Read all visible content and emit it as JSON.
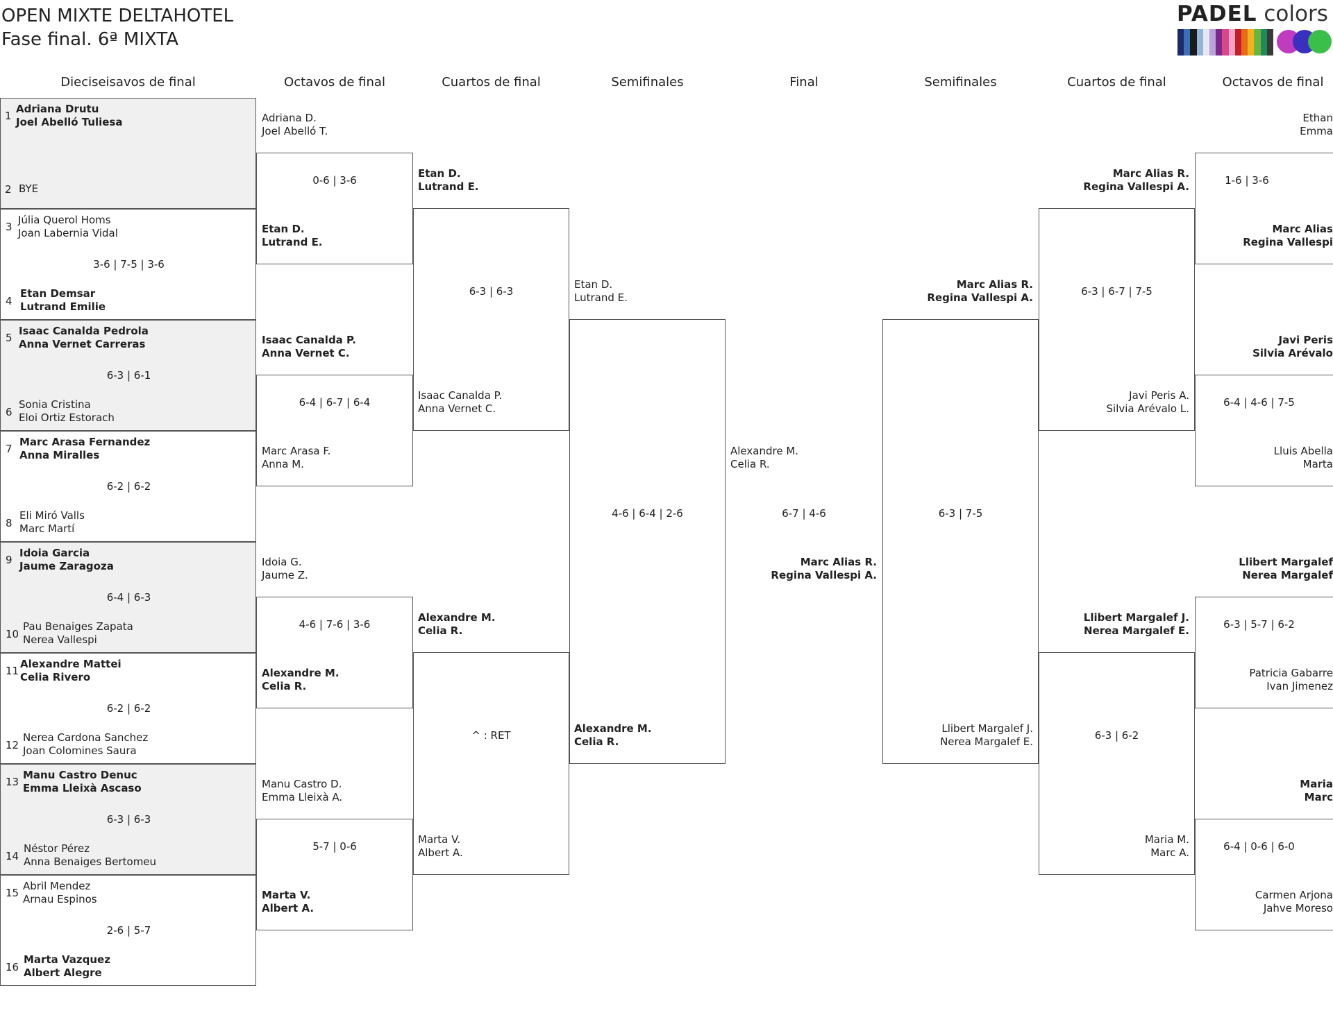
{
  "title": {
    "line1": "OPEN MIXTE DELTAHOTEL",
    "line2": "Fase final. 6ª MIXTA"
  },
  "logo": {
    "word1": "PADEL",
    "word2": "colors",
    "stripe_colors": [
      "#1b2a6b",
      "#3d6fb6",
      "#1a1a1a",
      "#8fb6d9",
      "#e7e7f0",
      "#b9a3d8",
      "#7b2a8b",
      "#d9488b",
      "#f2a3c7",
      "#c21f2a",
      "#e86a1a",
      "#f0b51a",
      "#6db33f",
      "#1d8c5a",
      "#3a3a3a"
    ],
    "ball_colors": [
      "#c03bbf",
      "#3b2fbf",
      "#3bbf4b"
    ]
  },
  "headers": [
    "Dieciseisavos de final",
    "Octavos de final",
    "Cuartos de final",
    "Semifinales",
    "Final",
    "Semifinales",
    "Cuartos de final",
    "Octavos de final"
  ],
  "r32": [
    {
      "s1": "1",
      "p1a": "Adriana Drutu",
      "p1b": "Joel Abelló Tuliesa",
      "s2": "2",
      "p2a": "BYE",
      "p2b": "",
      "score": ""
    },
    {
      "s1": "3",
      "p1a": "Júlia Querol Homs",
      "p1b": "Joan Labernia Vidal",
      "s2": "4",
      "p2a": "Etan Demsar",
      "p2b": "Lutrand Emilie",
      "score": "3-6 | 7-5 | 3-6"
    },
    {
      "s1": "5",
      "p1a": "Isaac Canalda Pedrola",
      "p1b": "Anna Vernet Carreras",
      "s2": "6",
      "p2a": "Sonia Cristina",
      "p2b": "Eloi Ortiz Estorach",
      "score": "6-3 | 6-1"
    },
    {
      "s1": "7",
      "p1a": "Marc Arasa Fernandez",
      "p1b": "Anna Miralles",
      "s2": "8",
      "p2a": "Eli Miró Valls",
      "p2b": "Marc Martí",
      "score": "6-2 | 6-2"
    },
    {
      "s1": "9",
      "p1a": "Idoia Garcia",
      "p1b": "Jaume Zaragoza",
      "s2": "10",
      "p2a": "Pau Benaiges Zapata",
      "p2b": "Nerea Vallespi",
      "score": "6-4 | 6-3"
    },
    {
      "s1": "11",
      "p1a": "Alexandre Mattei",
      "p1b": "Celia Rivero",
      "s2": "12",
      "p2a": "Nerea Cardona Sanchez",
      "p2b": "Joan Colomines Saura",
      "score": "6-2 | 6-2"
    },
    {
      "s1": "13",
      "p1a": "Manu Castro Denuc",
      "p1b": "Emma Lleixà Ascaso",
      "s2": "14",
      "p2a": "Néstor Pérez",
      "p2b": "Anna Benaiges Bertomeu",
      "score": "6-3 | 6-3"
    },
    {
      "s1": "15",
      "p1a": "Abril Mendez",
      "p1b": "Arnau Espinos",
      "s2": "16",
      "p2a": "Marta Vazquez",
      "p2b": "Albert Alegre",
      "score": "2-6 | 5-7"
    }
  ],
  "r16_left": [
    {
      "p1a": "Adriana D.",
      "p1b": "Joel Abelló T.",
      "p2a": "Etan D.",
      "p2b": "Lutrand E.",
      "score": "0-6 | 3-6"
    },
    {
      "p1a": "Isaac Canalda P.",
      "p1b": "Anna Vernet C.",
      "p2a": "Marc Arasa F.",
      "p2b": "Anna M.",
      "score": "6-4 | 6-7 | 6-4"
    },
    {
      "p1a": "Idoia G.",
      "p1b": "Jaume Z.",
      "p2a": "Alexandre M.",
      "p2b": "Celia R.",
      "score": "4-6 | 7-6 | 3-6"
    },
    {
      "p1a": "Manu Castro D.",
      "p1b": "Emma Lleixà A.",
      "p2a": "Marta V.",
      "p2b": "Albert A.",
      "score": "5-7 | 0-6"
    }
  ],
  "qf_left": [
    {
      "p1a": "Etan D.",
      "p1b": "Lutrand E.",
      "p2a": "Isaac Canalda P.",
      "p2b": "Anna Vernet C.",
      "score": "6-3 | 6-3"
    },
    {
      "p1a": "Alexandre M.",
      "p1b": "Celia R.",
      "p2a": "Marta V.",
      "p2b": "Albert A.",
      "score": "^ : RET"
    }
  ],
  "sf_left": {
    "p1a": "Etan D.",
    "p1b": "Lutrand E.",
    "p2a": "Alexandre M.",
    "p2b": "Celia R.",
    "score": "4-6 | 6-4 | 2-6"
  },
  "final": {
    "p1a": "Alexandre M.",
    "p1b": "Celia R.",
    "p2a": "Marc Alias R.",
    "p2b": "Regina Vallespi A.",
    "score": "6-7 | 4-6"
  },
  "sf_right": {
    "p1a": "Marc Alias R.",
    "p1b": "Regina Vallespi A.",
    "p2a": "Llibert Margalef J.",
    "p2b": "Nerea Margalef E.",
    "score": "6-3 | 7-5"
  },
  "qf_right": [
    {
      "p1a": "Marc Alias R.",
      "p1b": "Regina Vallespi A.",
      "p2a": "Javi Peris A.",
      "p2b": "Silvia Arévalo L.",
      "score": "6-3 | 6-7 | 7-5"
    },
    {
      "p1a": "Llibert Margalef J.",
      "p1b": "Nerea Margalef E.",
      "p2a": "Maria M.",
      "p2b": "Marc A.",
      "score": "6-3 | 6-2"
    }
  ],
  "r16_right": [
    {
      "p1a": "Ethan",
      "p1b": "Emma",
      "p2a": "Marc Alias",
      "p2b": "Regina Vallespi",
      "score": "1-6 | 3-6"
    },
    {
      "p1a": "Javi Peris",
      "p1b": "Silvia Arévalo",
      "p2a": "Lluis Abella",
      "p2b": "Marta",
      "score": "6-4 | 4-6 | 7-5"
    },
    {
      "p1a": "Llibert Margalef",
      "p1b": "Nerea Margalef",
      "p2a": "Patricia Gabarre",
      "p2b": "Ivan Jimenez",
      "score": "6-3 | 5-7 | 6-2"
    },
    {
      "p1a": "Maria",
      "p1b": "Marc",
      "p2a": "Carmen Arjona",
      "p2b": "Jahve Moreso",
      "score": "6-4 | 0-6 | 6-0"
    }
  ]
}
